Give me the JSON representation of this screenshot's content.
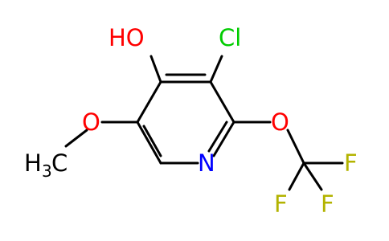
{
  "molecule": {
    "atoms": {
      "hydroxyl": "HO",
      "chloro": "Cl",
      "ring_nitrogen": "N",
      "methoxy_oxygen": "O",
      "methyl_h": "H",
      "methyl_sub": "3",
      "methyl_c": "C",
      "ether_oxygen": "O",
      "fluorine_1": "F",
      "fluorine_2": "F",
      "fluorine_3": "F"
    },
    "colors": {
      "carbon": "#000000",
      "oxygen": "#ff0000",
      "chlorine": "#00cc00",
      "nitrogen": "#0000ff",
      "fluorine": "#b3b300"
    }
  }
}
